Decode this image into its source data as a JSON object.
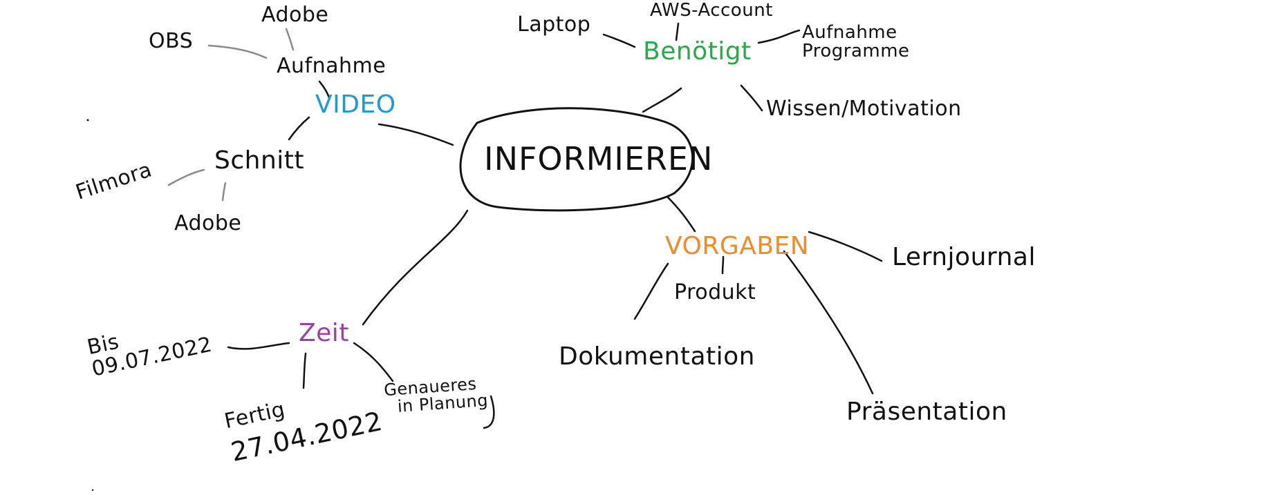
{
  "colors": {
    "ink": "#111111",
    "gray_link": "#8a8a8a",
    "video": "#1e9ad6",
    "benoetigt": "#2aa84a",
    "vorgaben": "#f08a2a",
    "zeit": "#9b3fa3"
  },
  "center": {
    "label": "INFORMIEREN"
  },
  "video": {
    "label": "VIDEO",
    "aufnahme": {
      "label": "Aufnahme",
      "obs": "OBS",
      "adobe": "Adobe"
    },
    "schnitt": {
      "label": "Schnitt",
      "filmora": "Filmora",
      "adobe": "Adobe"
    }
  },
  "benoetigt": {
    "label": "Benötigt",
    "laptop": "Laptop",
    "aws": "AWS-Account",
    "programme": [
      "Aufnahme",
      "Programme"
    ],
    "wissen": "Wissen/Motivation"
  },
  "vorgaben": {
    "label": "VORGABEN",
    "produkt": "Produkt",
    "dokumentation": "Dokumentation",
    "lernjournal": "Lernjournal",
    "praesentation": "Präsentation"
  },
  "zeit": {
    "label": "Zeit",
    "bis": [
      "Bis",
      "09.07.2022"
    ],
    "fertig": [
      "Fertig",
      "27.04.2022"
    ],
    "genaueres": [
      "Genaueres",
      "in Planung"
    ]
  }
}
